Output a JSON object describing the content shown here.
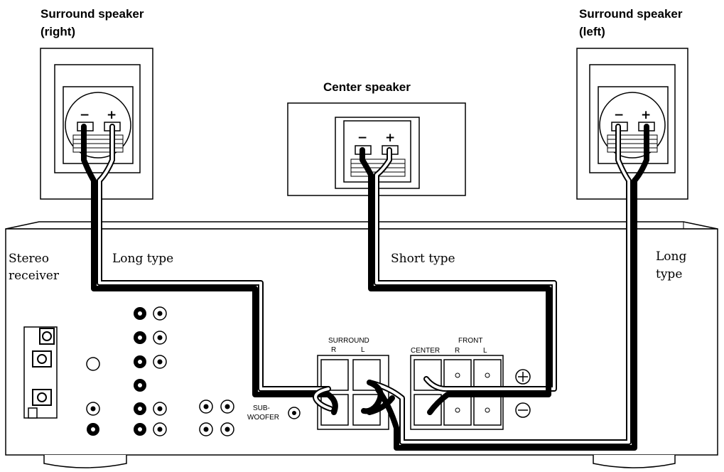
{
  "labels": {
    "surround_right": [
      "Surround speaker",
      "(right)"
    ],
    "surround_left": [
      "Surround speaker",
      "(left)"
    ],
    "center": "Center speaker",
    "receiver": [
      "Stereo",
      "receiver"
    ],
    "long_type_left": "Long type",
    "short_type": "Short type",
    "long_type_right": [
      "Long",
      "type"
    ]
  },
  "terminals": {
    "minus": "−",
    "plus": "+",
    "surround": "SURROUND",
    "front": "FRONT",
    "center": "CENTER",
    "r": "R",
    "l": "L",
    "subwoofer": [
      "SUB-",
      "WOOFER"
    ]
  }
}
